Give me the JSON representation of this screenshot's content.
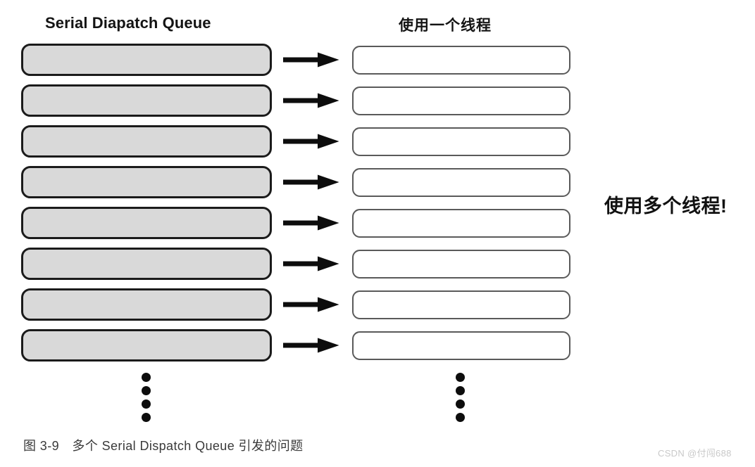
{
  "figure": {
    "headers": {
      "left": "Serial Diapatch Queue",
      "right": "使用一个线程"
    },
    "annotation": "使用多个线程!",
    "caption": "图 3-9　多个 Serial Dispatch Queue 引发的问题",
    "watermark": "CSDN @付闯688",
    "colors": {
      "queue_fill": "#d9d9d9",
      "queue_border": "#1b1b1b",
      "thread_fill": "#ffffff",
      "thread_border": "#5a5a5a",
      "arrow": "#0d0d0d",
      "dot": "#0d0d0d",
      "background": "#ffffff"
    },
    "rows": [
      {
        "queue_label": "",
        "thread_label": "",
        "arrow": "right-arrow-icon"
      },
      {
        "queue_label": "",
        "thread_label": "",
        "arrow": "right-arrow-icon"
      },
      {
        "queue_label": "",
        "thread_label": "",
        "arrow": "right-arrow-icon"
      },
      {
        "queue_label": "",
        "thread_label": "",
        "arrow": "right-arrow-icon"
      },
      {
        "queue_label": "",
        "thread_label": "",
        "arrow": "right-arrow-icon"
      },
      {
        "queue_label": "",
        "thread_label": "",
        "arrow": "right-arrow-icon"
      },
      {
        "queue_label": "",
        "thread_label": "",
        "arrow": "right-arrow-icon"
      },
      {
        "queue_label": "",
        "thread_label": "",
        "arrow": "right-arrow-icon"
      }
    ],
    "row_count": 8,
    "ellipsis_dot_count": 4
  }
}
